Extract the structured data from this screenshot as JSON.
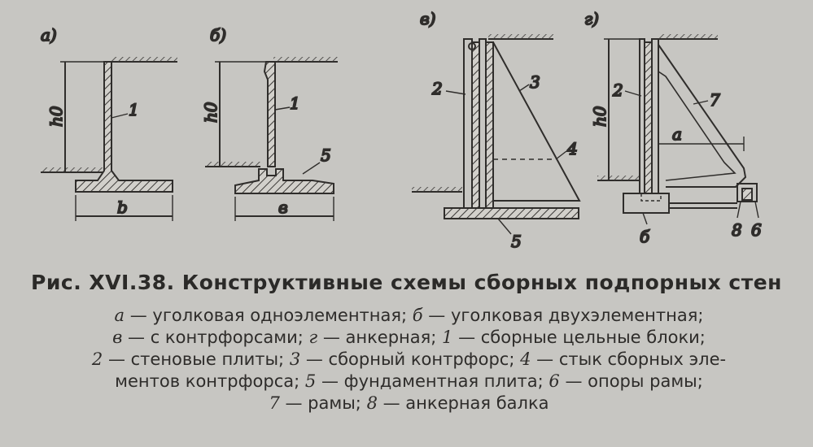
{
  "figure": {
    "panels": {
      "a": {
        "letter": "а)",
        "height_label": "h0",
        "width_label": "b",
        "callouts": [
          "1"
        ]
      },
      "b": {
        "letter": "б)",
        "height_label": "h0",
        "width_label": "в",
        "callouts": [
          "1",
          "5"
        ]
      },
      "v": {
        "letter": "в)",
        "callouts": [
          "2",
          "3",
          "4",
          "5"
        ]
      },
      "g": {
        "letter": "г)",
        "height_label": "h0",
        "dim_label": "a",
        "callouts": [
          "2",
          "7",
          "б",
          "8",
          "6"
        ]
      }
    }
  },
  "caption": "Рис. XVI.38. Конструктивные схемы сборных подпорных стен",
  "legend": [
    [
      {
        "key": "а",
        "text": " — уголковая одноэлементная;   "
      },
      {
        "key": "б",
        "text": " — уголковая двухэлементная;"
      }
    ],
    [
      {
        "key": "в",
        "text": " — с контрфорсами;  "
      },
      {
        "key": "г",
        "text": " — анкерная;  "
      },
      {
        "key": "1",
        "text": " — сборные цельные блоки;"
      }
    ],
    [
      {
        "key": "2",
        "text": " — стеновые плиты;  "
      },
      {
        "key": "3",
        "text": " — сборный контрфорс;  "
      },
      {
        "key": "4",
        "text": " — стык сборных эле-"
      }
    ],
    [
      {
        "key": "",
        "text": "ментов контрфорса;  "
      },
      {
        "key": "5",
        "text": " — фундаментная плита;  "
      },
      {
        "key": "6",
        "text": " — опоры рамы;"
      }
    ],
    [
      {
        "key": "7",
        "text": " — рамы;  "
      },
      {
        "key": "8",
        "text": " — анкерная балка"
      }
    ]
  ]
}
